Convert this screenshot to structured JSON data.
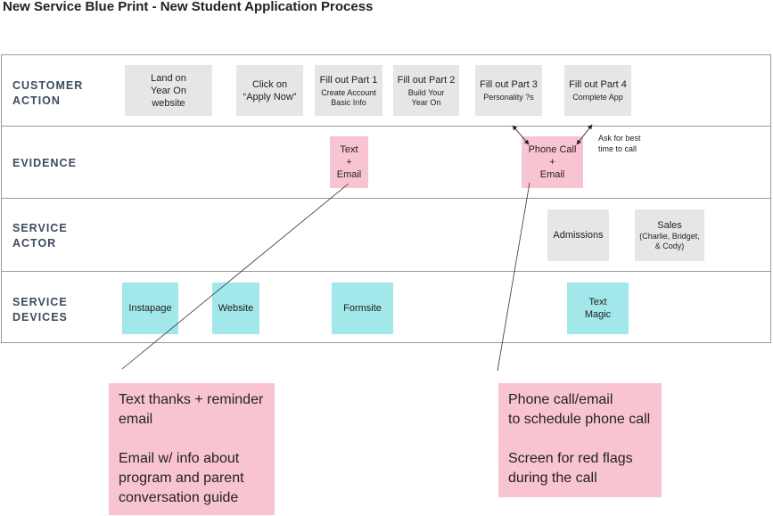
{
  "title": "New Service Blue Print - New Student Application Process",
  "lanes": {
    "customer_action": "CUSTOMER\nACTION",
    "evidence": "EVIDENCE",
    "service_actor": "SERVICE\nACTOR",
    "service_devices": "SERVICE\nDEVICES"
  },
  "customer_action": {
    "land": "Land on\nYear On\nwebsite",
    "click": "Click on\n“Apply Now”",
    "part1": {
      "title": "Fill out Part 1",
      "sub": "Create Account\nBasic Info"
    },
    "part2": {
      "title": "Fill out Part 2",
      "sub": "Build Your\nYear On"
    },
    "part3": {
      "title": "Fill out Part 3",
      "sub": "Personality ?s"
    },
    "part4": {
      "title": "Fill out Part 4",
      "sub": "Complete App"
    }
  },
  "evidence": {
    "text_email": "Text\n+\nEmail",
    "phone_email": "Phone Call\n+\nEmail",
    "annotation": "Ask for best\ntime to call"
  },
  "service_actor": {
    "admissions": "Admissions",
    "sales_title": "Sales",
    "sales_sub": "(Charlie, Bridget,\n& Cody)"
  },
  "service_devices": {
    "instapage": "Instapage",
    "website": "Website",
    "formsite": "Formsite",
    "textmagic": "Text\nMagic"
  },
  "notes": {
    "left_p1": "Text thanks + reminder\nemail",
    "left_p2": "Email w/ info about\nprogram and parent\nconversation guide",
    "right_p1": "Phone call/email\nto schedule phone call",
    "right_p2": "Screen for red flags\nduring the call"
  },
  "colors": {
    "gray_note": "#e6e6e6",
    "pink_note": "#f9c4d2",
    "cyan_note": "#a2e7ea",
    "lane_label": "#3d4a5c"
  }
}
